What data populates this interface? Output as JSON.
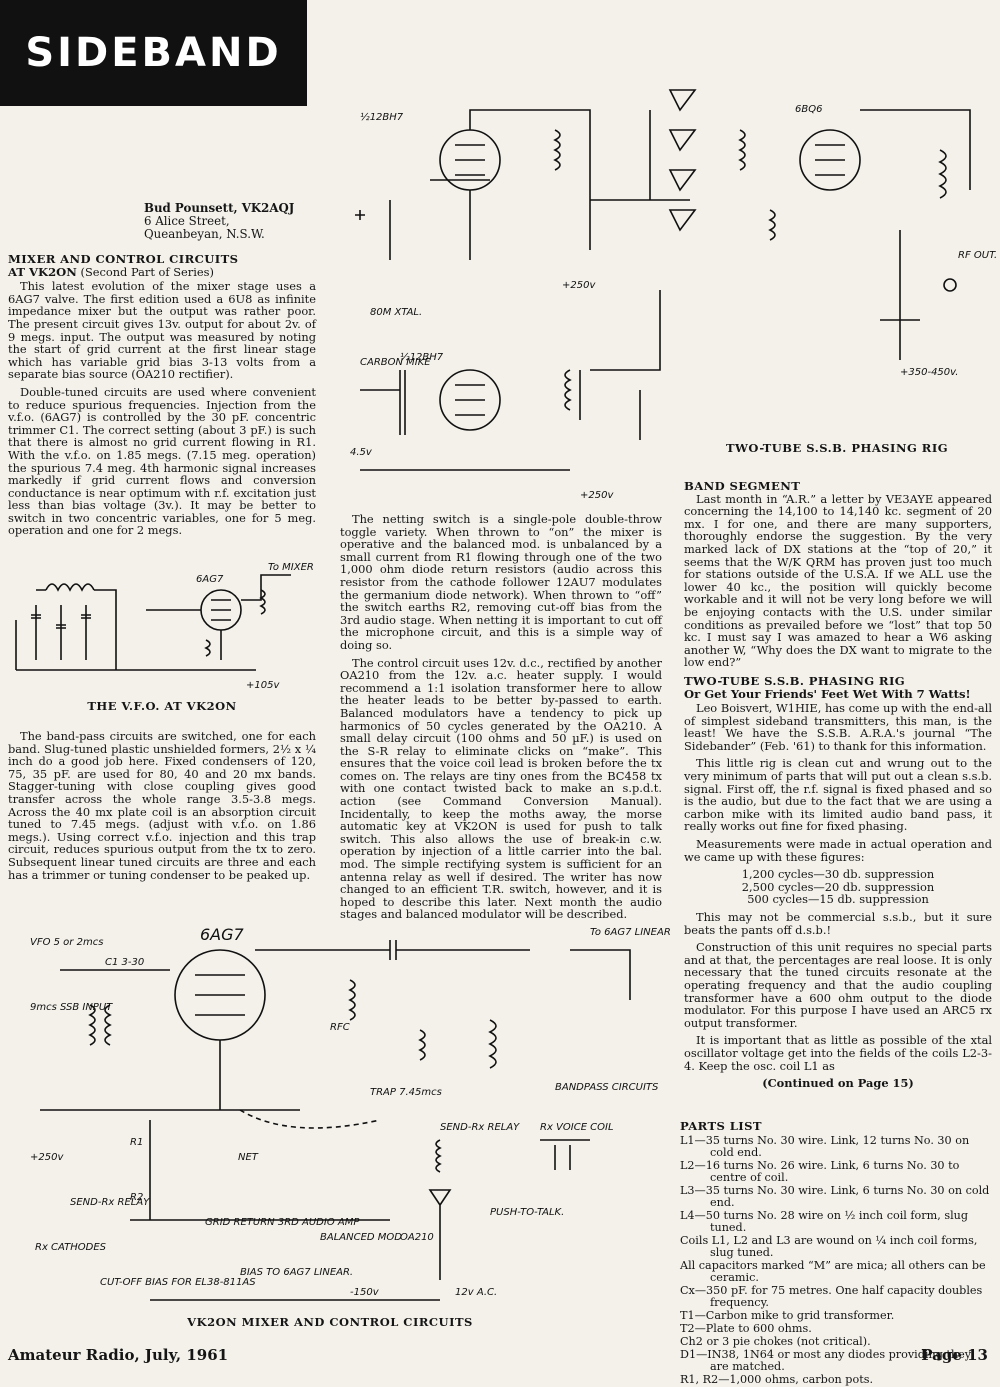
{
  "banner": "SIDEBAND",
  "byline": {
    "author": "Bud Pounsett, VK2AQJ",
    "address1": "6 Alice Street,",
    "address2": "Queanbeyan, N.S.W."
  },
  "article1": {
    "heading": "MIXER AND CONTROL CIRCUITS",
    "subheading_bold": "AT VK2ON",
    "subheading_rest": " (Second Part of Series)",
    "p1": "This latest evolution of the mixer stage uses a 6AG7 valve. The first edition used a 6U8 as infinite impedance mixer but the output was rather poor. The present circuit gives 13v. output for about 2v. of 9 megs. input. The output was measured by noting the start of grid current at the first linear stage which has variable grid bias 3-13 volts from a separate bias source (OA210 rectifier).",
    "p2": "Double-tuned circuits are used where convenient to reduce spurious frequencies. Injection from the v.f.o. (6AG7) is controlled by the 30 pF. concentric trimmer C1. The correct setting (about 3 pF.) is such that there is almost no grid current flowing in R1. With the v.f.o. on 1.85 megs. (7.15 meg. operation) the spurious 7.4 meg. 4th harmonic signal increases markedly if grid current flows and conversion conductance is near optimum with r.f. excitation just less than bias voltage (3v.). It may be better to switch in two concentric variables, one for 5 meg. operation and one for 2 megs.",
    "vfo_caption": "THE V.F.O. AT VK2ON",
    "p3": "The band-pass circuits are switched, one for each band. Slug-tuned plastic unshielded formers, 2½ x ¼ inch do a good job here. Fixed condensers of 120, 75, 35 pF. are used for 80, 40 and 20 mx bands. Stagger-tuning with close coupling gives good transfer across the whole range 3.5-3.8 megs. Across the 40 mx plate coil is an absorption circuit tuned to 7.45 megs. (adjust with v.f.o. on 1.86 megs.). Using correct v.f.o. injection and this trap circuit, reduces spurious output from the tx to zero. Subsequent linear tuned circuits are three and each has a trimmer or tuning condenser to be peaked up.",
    "p4": "The netting switch is a single-pole double-throw toggle variety. When thrown to “on” the mixer is operative and the balanced mod. is unbalanced by a small current from R1 flowing through one of the two 1,000 ohm diode return resistors (audio across this resistor from the cathode follower 12AU7 modulates the germanium diode network). When thrown to “off” the switch earths R2, removing cut-off bias from the 3rd audio stage. When netting it is important to cut off the microphone circuit, and this is a simple way of doing so.",
    "p5": "The control circuit uses 12v. d.c., rectified by another OA210 from the 12v. a.c. heater supply. I would recommend a 1:1 isolation transformer here to allow the heater leads to be better by-passed to earth. Balanced modulators have a tendency to pick up harmonics of 50 cycles generated by the OA210. A small delay circuit (100 ohms and 50 µF.) is used on the S-R relay to eliminate clicks on “make”. This ensures that the voice coil lead is broken before the tx comes on. The relays are tiny ones from the BC458 tx with one contact twisted back to make an s.p.d.t. action (see Command Conversion Manual). Incidentally, to keep the moths away, the morse automatic key at VK2ON is used for push to talk switch. This also allows the use of break-in c.w. operation by injection of a little carrier into the bal. mod. The simple rectifying system is sufficient for an antenna relay as well if desired. The writer has now changed to an efficient T.R. switch, however, and it is hoped to describe this later. Next month the audio stages and balanced modulator will be described.",
    "mixer_caption": "VK2ON MIXER AND CONTROL CIRCUITS"
  },
  "rig_caption": "TWO-TUBE S.S.B. PHASING RIG",
  "band_segment": {
    "heading": "BAND SEGMENT",
    "text": "Last month in “A.R.” a letter by VE3AYE appeared concerning the 14,100 to 14,140 kc. segment of 20 mx. I for one, and there are many supporters, thoroughly endorse the suggestion. By the very marked lack of DX stations at the “top of 20,” it seems that the W/K QRM has proven just too much for stations outside of the U.S.A. If we ALL use the lower 40 kc., the position will quickly become workable and it will not be very long before we will be enjoying contacts with the U.S. under similar conditions as prevailed before we “lost” that top 50 kc. I must say I was amazed to hear a W6 asking another W, “Why does the DX want to migrate to the low end?”"
  },
  "phasing_rig": {
    "heading": "TWO-TUBE S.S.B. PHASING RIG",
    "subheading": "Or Get Your Friends' Feet Wet With 7 Watts!",
    "p1": "Leo Boisvert, W1HIE, has come up with the end-all of simplest sideband transmitters, this man, is the least! We have the S.S.B. A.R.A.'s journal “The Sidebander” (Feb. '61) to thank for this information.",
    "p2": "This little rig is clean cut and wrung out to the very minimum of parts that will put out a clean s.s.b. signal. First off, the r.f. signal is fixed phased and so is the audio, but due to the fact that we are using a carbon mike with its limited audio band pass, it really works out fine for fixed phasing.",
    "p3": "Measurements were made in actual operation and we came up with these figures:",
    "fig1": "1,200 cycles—30 db. suppression",
    "fig2": "2,500 cycles—20 db. suppression",
    "fig3": "500 cycles—15 db. suppression",
    "p4": "This may not be commercial s.s.b., but it sure beats the pants off d.s.b.!",
    "p5": "Construction of this unit requires no special parts and at that, the percentages are real loose. It is only necessary that the tuned circuits resonate at the operating frequency and that the audio coupling transformer have a 600 ohm output to the diode modulator. For this purpose I have used an ARC5 rx output transformer.",
    "p6": "It is important that as little as possible of the xtal oscillator voltage get into the fields of the coils L2-3-4. Keep the osc. coil L1 as",
    "continued": "(Continued on Page 15)"
  },
  "parts_list": {
    "heading": "PARTS LIST",
    "items": [
      "L1—35 turns No. 30 wire. Link, 12 turns No. 30 on cold end.",
      "L2—16 turns No. 26 wire. Link, 6 turns No. 30 to centre of coil.",
      "L3—35 turns No. 30 wire. Link, 6 turns No. 30 on cold end.",
      "L4—50 turns No. 28 wire on ½ inch coil form, slug tuned.",
      "Coils L1, L2 and L3 are wound on ¼ inch coil forms, slug tuned.",
      "All capacitors marked “M” are mica; all others can be ceramic.",
      "Cx—350 pF. for 75 metres. One half capacity doubles frequency.",
      "T1—Carbon mike to grid transformer.",
      "T2—Plate to 600 ohms.",
      "Ch2 or 3 pie chokes (not critical).",
      "D1—IN38, 1N64 or most any diodes providing they are matched.",
      "R1, R2—1,000 ohms, carbon pots."
    ]
  },
  "schematic_labels": {
    "rig_tube1": "½12BH7",
    "rig_xtal": "80M XTAL.",
    "rig_tube2": "½12BH7",
    "rig_mike": "CARBON MIKE",
    "rig_batt": "4.5v",
    "rig_b1": "+250v",
    "rig_b2": "+250v",
    "rig_tube3": "6BQ6",
    "rig_rf": "RF OUT.",
    "rig_b3": "+350-450v.",
    "vfo_tube": "6AG7",
    "vfo_out": "To MIXER",
    "vfo_b": "+105v",
    "mix_tube": "6AG7",
    "mix_vfo": "VFO 5 or 2mcs",
    "mix_c1": "C1 3-30",
    "mix_in": "9mcs SSB INPUT",
    "mix_rfc": "RFC",
    "mix_trap": "TRAP 7.45mcs",
    "mix_bp": "BANDPASS CIRCUITS",
    "mix_out": "To 6AG7 LINEAR",
    "mix_b": "+250v",
    "mix_r1": "R1",
    "mix_r2": "R2",
    "mix_relay": "SEND-Rx RELAY",
    "mix_cath": "Rx CATHODES",
    "mix_cutoff": "CUT-OFF BIAS FOR EL38-811AS",
    "mix_bias": "BIAS TO 6AG7 LINEAR.",
    "mix_150": "-150v",
    "mix_12v": "12v A.C.",
    "mix_oa210": "OA210",
    "mix_ptt": "PUSH-TO-TALK.",
    "mix_voice": "Rx VOICE COIL",
    "mix_sendrx": "SEND-Rx RELAY",
    "mix_balmod": "BALANCED MOD",
    "mix_net": "NET",
    "mix_grid": "GRID RETURN 3RD AUDIO AMP"
  },
  "footer": {
    "left": "Amateur Radio, July, 1961",
    "right": "Page 13"
  }
}
